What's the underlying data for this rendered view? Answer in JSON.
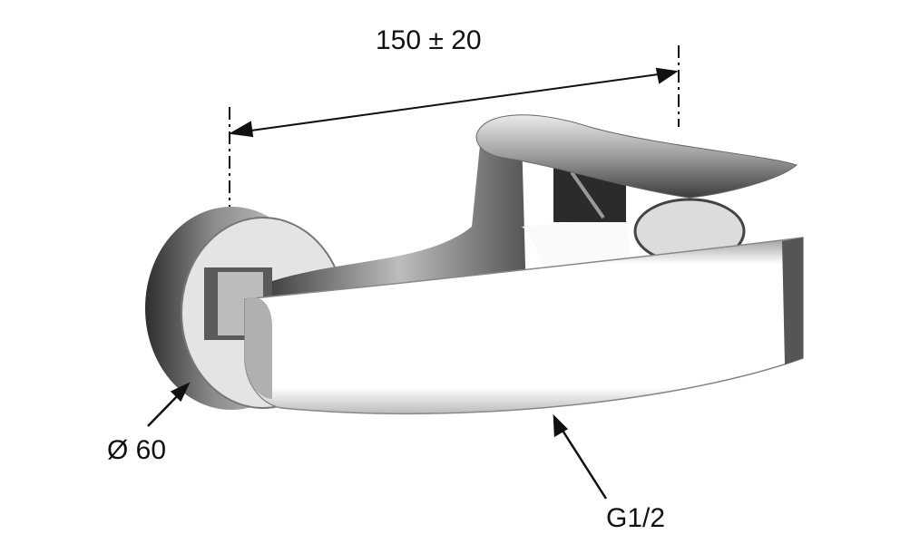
{
  "dimensions": {
    "width_label": "150 ± 20",
    "diameter_label": "Ø 60",
    "thread_label": "G1/2"
  },
  "colors": {
    "line": "#111111",
    "chrome_dark": "#3a3a3a",
    "chrome_mid": "#8a8a8a",
    "chrome_light": "#f4f4f4"
  }
}
